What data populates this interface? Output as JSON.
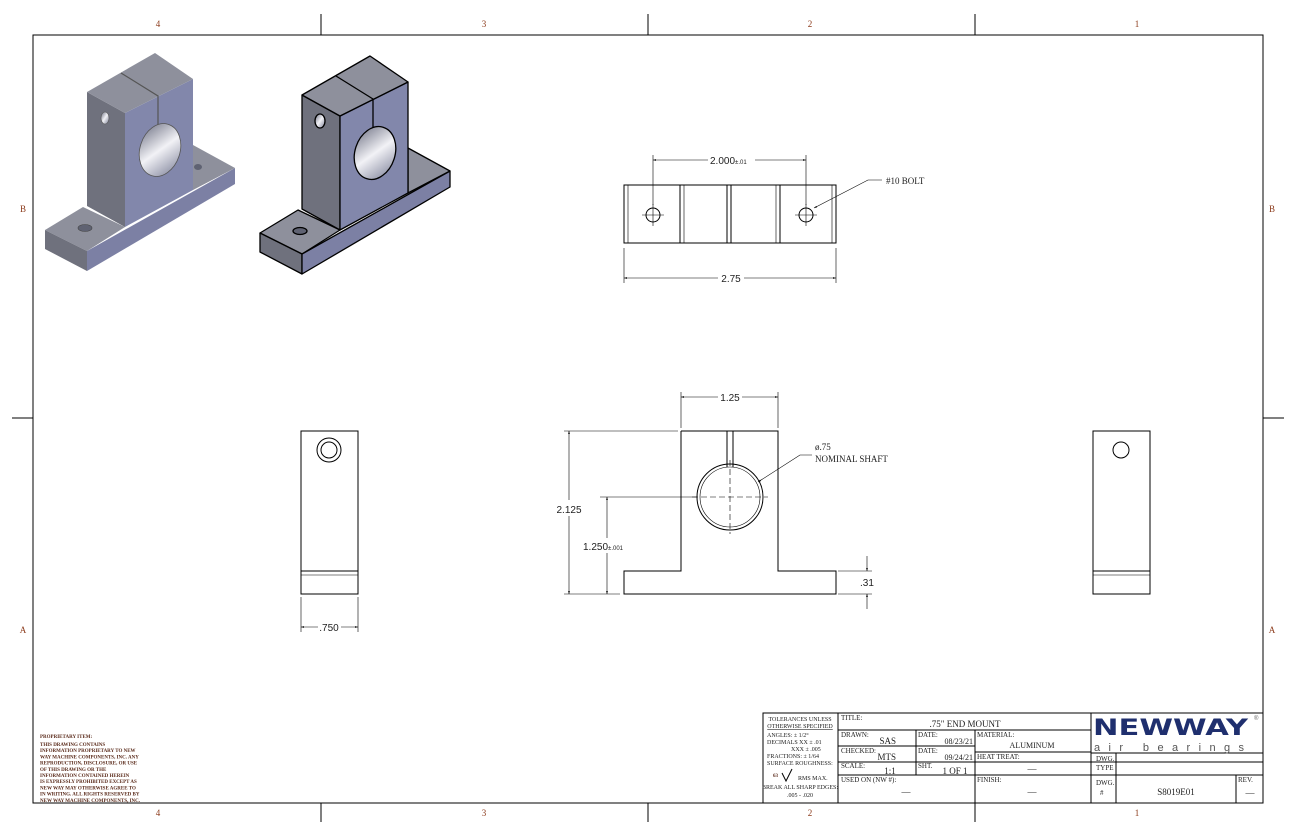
{
  "zones": {
    "columns": [
      "4",
      "3",
      "2",
      "1"
    ],
    "rows": [
      "B",
      "A"
    ]
  },
  "dimensions": {
    "bolt_spacing": "2.000",
    "bolt_spacing_tol": "±.01",
    "bolt_label": "#10  BOLT",
    "length": "2.75",
    "upright_width": "1.25",
    "height": "2.125",
    "shaft_height": "1.250",
    "shaft_height_tol": "±.001",
    "shaft_diameter": "ø.75",
    "shaft_label": "NOMINAL  SHAFT",
    "base_thickness": ".31",
    "depth": ".750"
  },
  "proprietary": {
    "heading": "PROPRIETARY ITEM:",
    "lines": [
      "THIS DRAWING CONTAINS",
      "INFORMATION PROPRIETARY TO NEW",
      "WAY MACHINE COMPONENTS, INC. ANY",
      "REPRODUCTION, DISCLOSURE, OR USE",
      "OF THIS DRAWING OR THE",
      "INFORMATION CONTAINED HEREIN",
      "IS EXPRESSLY PROHIBITED EXCEPT AS",
      "NEW WAY MAY OTHERWISE AGREE TO",
      "IN WRITING. ALL RIGHTS RESERVED BY",
      "NEW WAY MACHINE COMPONENTS, INC."
    ]
  },
  "tolerances": {
    "line1": "TOLERANCES UNLESS",
    "line2": "OTHERWISE SPECIFIED",
    "angles": "ANGLES: ± 1/2°",
    "decimals_xx": "DECIMALS  XX  ±  .01",
    "decimals_xxx": "XXX  ±  .005",
    "fractions": "FRACTIONS: ± 1/64",
    "surface": "SURFACE ROUGHNESS:",
    "roughness_value": "63",
    "rms": "RMS MAX.",
    "break_edges": "BREAK ALL SHARP EDGES:",
    "break_range": ".005 - .020"
  },
  "title_block": {
    "title_label": "TITLE:",
    "title": ".75\"  END  MOUNT",
    "drawn_label": "DRAWN:",
    "drawn": "SAS",
    "date_label": "DATE:",
    "drawn_date": "08/23/21",
    "checked_label": "CHECKED:",
    "checked": "MTS",
    "checked_date": "09/24/21",
    "material_label": "MATERIAL:",
    "material": "ALUMINUM",
    "heat_treat_label": "HEAT  TREAT:",
    "heat_treat": "—",
    "scale_label": "SCALE:",
    "scale": "1:1",
    "sheet_label": "SHT.",
    "sheet": "1  OF  1",
    "used_on_label": "USED  ON  (NW  #):",
    "used_on": "—",
    "finish_label": "FINISH:",
    "finish": "—",
    "dwg_type_label": "DWG.\nTYPE",
    "dwg_type_l1": "DWG.",
    "dwg_type_l2": "TYPE",
    "dwg_no_l1": "DWG.",
    "dwg_no_l2": "#",
    "dwg_no": "S8019E01",
    "rev_label": "REV.",
    "rev": "—"
  },
  "logo": {
    "brand": "NEWWAY",
    "tagline": "air  bearings",
    "mark": "®",
    "color": "#1f2f6e"
  }
}
